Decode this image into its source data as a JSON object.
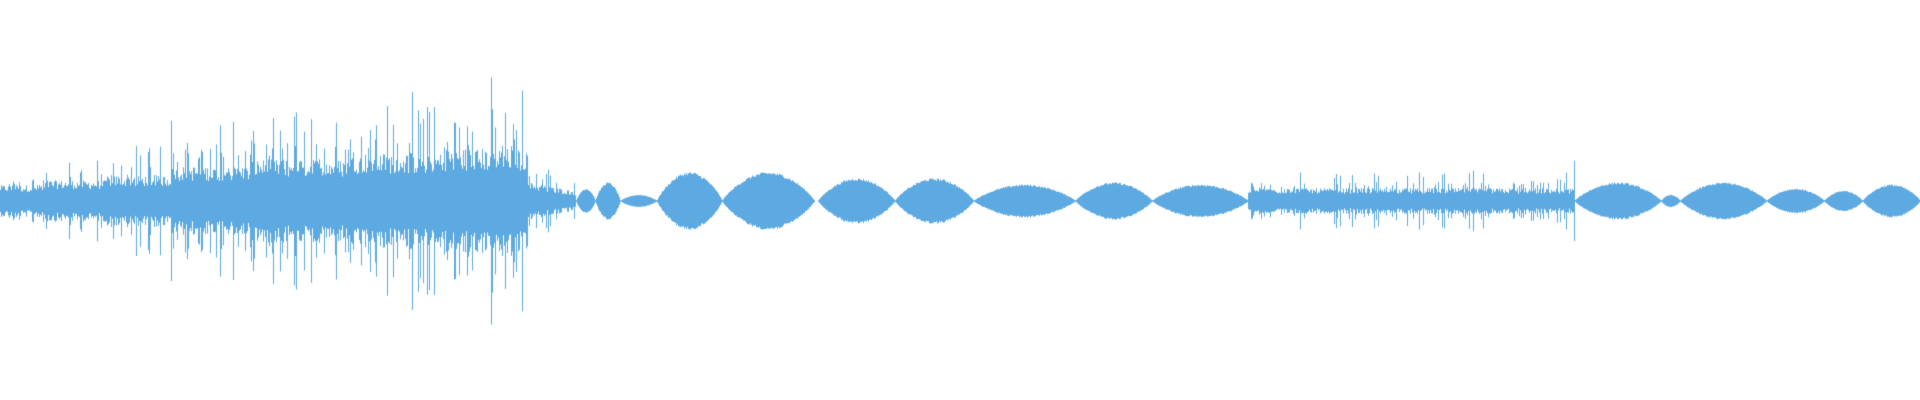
{
  "waveform": {
    "color": "#5DA9E1",
    "background": "#FFFFFF",
    "description_name": "audio-waveform",
    "segments": [
      {
        "from": 0.0,
        "to": 0.022,
        "kind": "noise",
        "amp": 0.1
      },
      {
        "from": 0.022,
        "to": 0.055,
        "kind": "noise",
        "amp": 0.13
      },
      {
        "from": 0.055,
        "to": 0.09,
        "kind": "noise",
        "amp": 0.16
      },
      {
        "from": 0.09,
        "to": 0.13,
        "kind": "noise",
        "amp": 0.22
      },
      {
        "from": 0.13,
        "to": 0.18,
        "kind": "noise",
        "amp": 0.26
      },
      {
        "from": 0.18,
        "to": 0.23,
        "kind": "noise",
        "amp": 0.3
      },
      {
        "from": 0.23,
        "to": 0.275,
        "kind": "noise",
        "amp": 0.33
      },
      {
        "from": 0.275,
        "to": 0.3,
        "kind": "noise",
        "amp": 0.12
      },
      {
        "from": 0.3,
        "to": 0.31,
        "kind": "tone",
        "amp": 0.06
      },
      {
        "from": 0.31,
        "to": 0.323,
        "kind": "tone",
        "amp": 0.09
      },
      {
        "from": 0.323,
        "to": 0.342,
        "kind": "tone",
        "amp": 0.03
      },
      {
        "from": 0.342,
        "to": 0.376,
        "kind": "tone",
        "amp": 0.14
      },
      {
        "from": 0.376,
        "to": 0.424,
        "kind": "tone",
        "amp": 0.14
      },
      {
        "from": 0.426,
        "to": 0.466,
        "kind": "tone",
        "amp": 0.11
      },
      {
        "from": 0.466,
        "to": 0.507,
        "kind": "tone",
        "amp": 0.11
      },
      {
        "from": 0.507,
        "to": 0.56,
        "kind": "tone",
        "amp": 0.08
      },
      {
        "from": 0.56,
        "to": 0.6,
        "kind": "tone",
        "amp": 0.09
      },
      {
        "from": 0.6,
        "to": 0.65,
        "kind": "tone",
        "amp": 0.08
      },
      {
        "from": 0.65,
        "to": 0.82,
        "kind": "noise",
        "amp": 0.08
      },
      {
        "from": 0.82,
        "to": 0.865,
        "kind": "tone",
        "amp": 0.09
      },
      {
        "from": 0.865,
        "to": 0.875,
        "kind": "tone",
        "amp": 0.03
      },
      {
        "from": 0.875,
        "to": 0.92,
        "kind": "tone",
        "amp": 0.09
      },
      {
        "from": 0.92,
        "to": 0.95,
        "kind": "tone",
        "amp": 0.06
      },
      {
        "from": 0.95,
        "to": 0.97,
        "kind": "tone",
        "amp": 0.05
      },
      {
        "from": 0.97,
        "to": 1.0,
        "kind": "tone",
        "amp": 0.08
      }
    ],
    "spikes": [
      {
        "at": 0.089,
        "amp": 0.4
      },
      {
        "at": 0.132,
        "amp": 0.35
      },
      {
        "at": 0.239,
        "amp": 0.31
      },
      {
        "at": 0.82,
        "amp": 0.2
      }
    ]
  }
}
